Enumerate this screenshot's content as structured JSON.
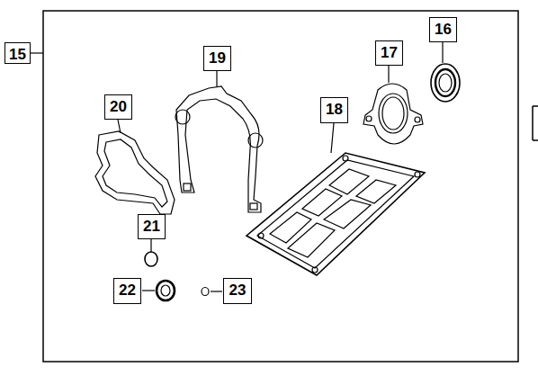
{
  "diagram": {
    "labels": [
      "15",
      "19",
      "17",
      "16",
      "20",
      "18",
      "21",
      "22",
      "23"
    ]
  }
}
